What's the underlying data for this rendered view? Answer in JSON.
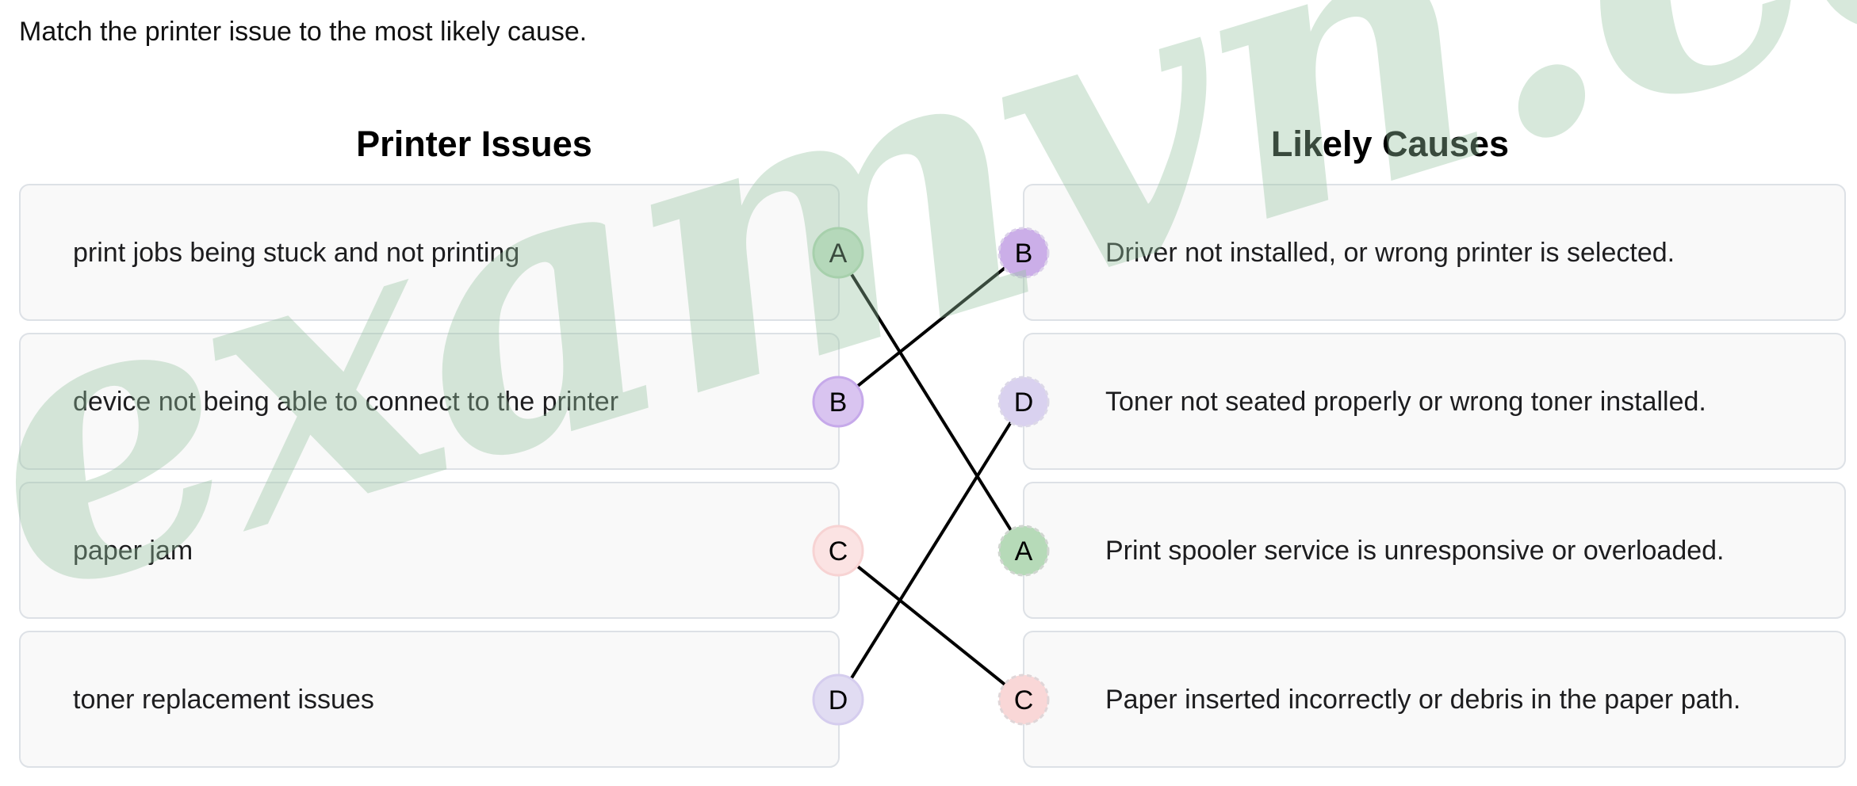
{
  "instruction": "Match the printer issue to the most likely cause.",
  "left_column": {
    "heading": "Printer Issues",
    "items": [
      {
        "text": "print jobs being stuck and not printing",
        "badge": "A"
      },
      {
        "text": "device not being able to connect to the printer",
        "badge": "B"
      },
      {
        "text": "paper jam",
        "badge": "C"
      },
      {
        "text": "toner replacement issues",
        "badge": "D"
      }
    ]
  },
  "right_column": {
    "heading": "Likely Causes",
    "items": [
      {
        "text": "Driver not installed, or wrong printer is selected.",
        "badge": "B"
      },
      {
        "text": "Toner not seated properly or wrong toner installed.",
        "badge": "D"
      },
      {
        "text": "Print spooler service is unresponsive or overloaded.",
        "badge": "A"
      },
      {
        "text": "Paper inserted incorrectly or debris in the paper path.",
        "badge": "C"
      }
    ]
  },
  "matches": [
    {
      "from": "A",
      "to": "A"
    },
    {
      "from": "B",
      "to": "B"
    },
    {
      "from": "C",
      "to": "C"
    },
    {
      "from": "D",
      "to": "D"
    }
  ],
  "badge_colors": {
    "A": {
      "left_fill": "#c9e6ca",
      "left_stroke": "#b2d9b4",
      "right_fill": "#b6dab8",
      "right_stroke": "#d0d6d0"
    },
    "B": {
      "left_fill": "#d9c4f0",
      "left_stroke": "#c6a9ea",
      "right_fill": "#cbaee8",
      "right_stroke": "#dcd2ea"
    },
    "C": {
      "left_fill": "#fbe3e3",
      "left_stroke": "#f7d3d3",
      "right_fill": "#f9d7d7",
      "right_stroke": "#e0d6d8"
    },
    "D": {
      "left_fill": "#e1dcf2",
      "left_stroke": "#d5cdee",
      "right_fill": "#d9d1ef",
      "right_stroke": "#dcd8e8"
    }
  },
  "connector_color": "#000000",
  "watermark": "examvn.com"
}
